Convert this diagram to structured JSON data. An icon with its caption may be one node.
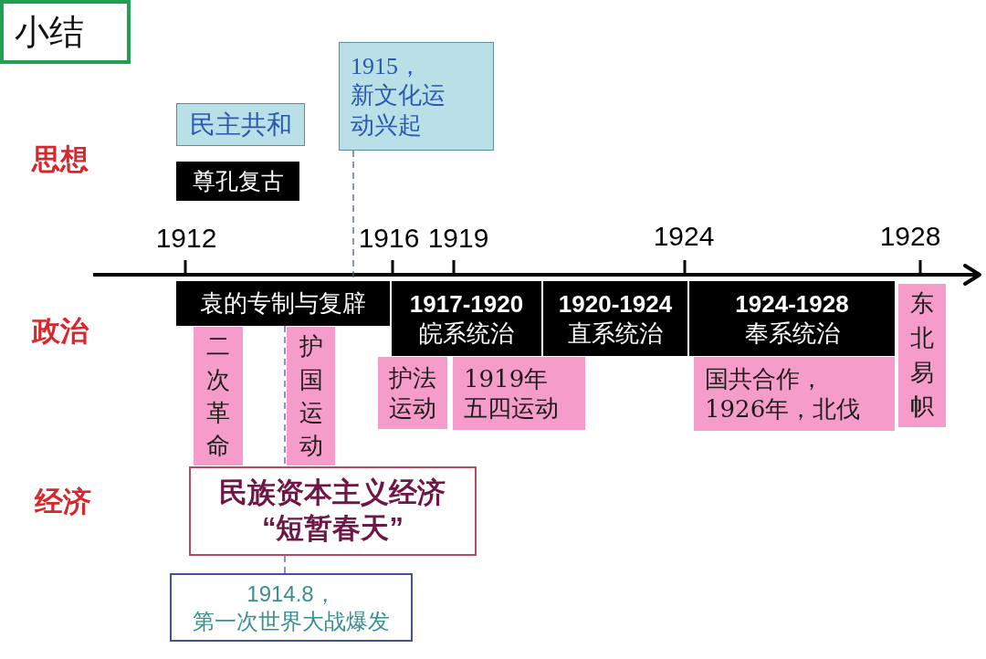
{
  "diagram": {
    "title": "小结",
    "nodes": [
      {
        "text": [
          "民主共和"
        ]
      },
      {
        "text": [
          "尊孔复古"
        ]
      },
      {
        "text": [
          "1915，新文化运动兴起"
        ]
      },
      {
        "text": [
          "袁的专制与复辟"
        ]
      },
      {
        "text": [
          "1917-1920",
          "皖系统治"
        ]
      },
      {
        "text": [
          "1920-1924",
          "直系统治"
        ]
      },
      {
        "text": [
          "1924-1928",
          "奉系统治"
        ]
      },
      {
        "text": [
          "东北易帜"
        ]
      },
      {
        "text": [
          "二次革命"
        ]
      },
      {
        "text": [
          "护国运动"
        ]
      },
      {
        "text": [
          "护法运动"
        ]
      },
      {
        "text": [
          "1919年五四运动"
        ]
      },
      {
        "text": [
          "国共合作，1926年，北伐"
        ]
      },
      {
        "text": [
          "民族资本主义经济“短暂春天”"
        ]
      },
      {
        "text": [
          "1914.8，第一次世界大战爆发"
        ]
      }
    ],
    "edges": [
      {
        "from": 2,
        "to": 3,
        "arrow": "none",
        "style": "dashed"
      },
      {
        "from": 14,
        "to": 3,
        "arrow": "none",
        "style": "dashed"
      }
    ],
    "labels": [
      "思想",
      "1912",
      "1916",
      "1919",
      "1924",
      "1928",
      "政治",
      "经济"
    ]
  }
}
